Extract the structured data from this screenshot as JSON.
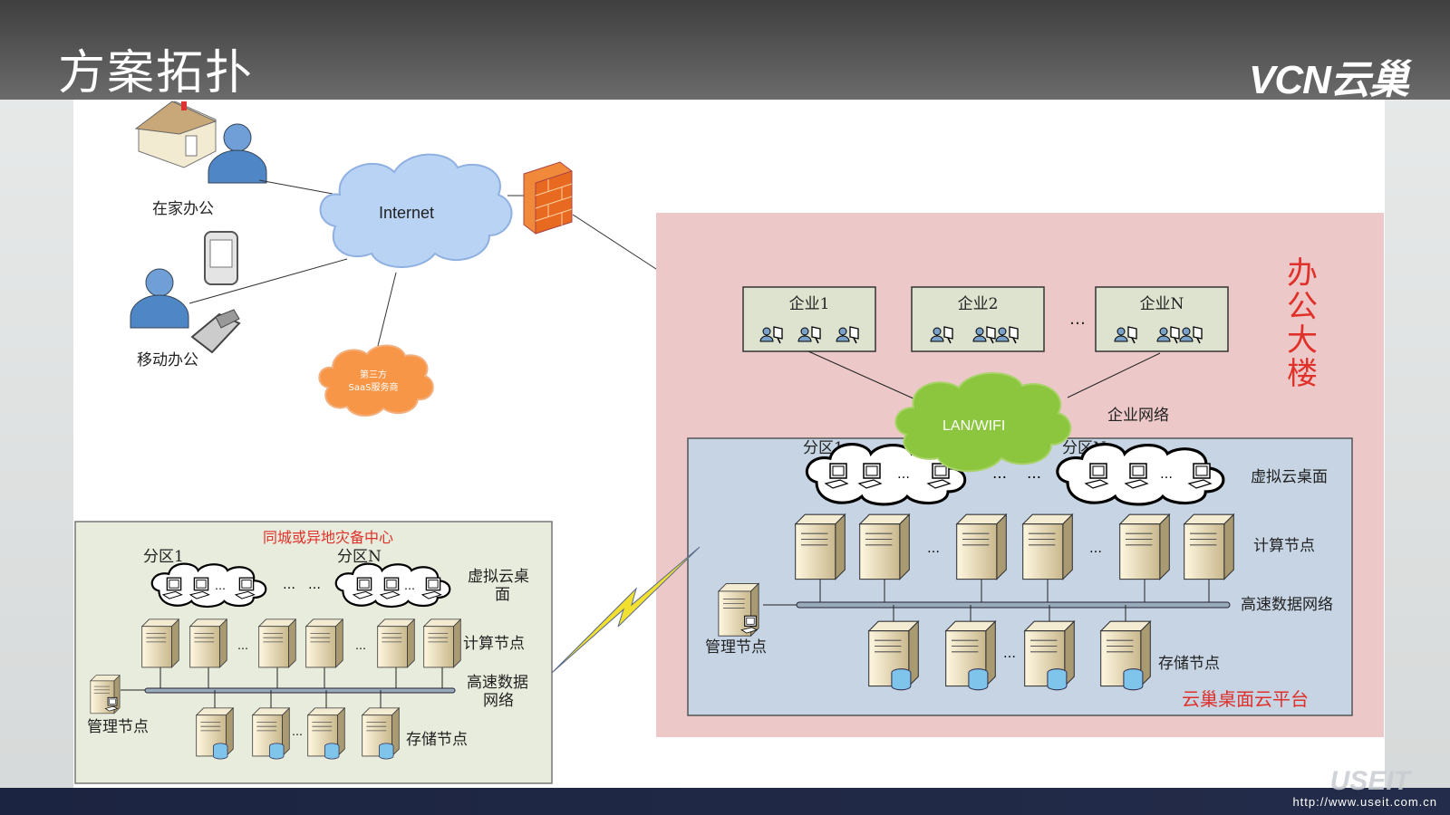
{
  "header": {
    "title": "方案拓扑",
    "logo": "VCN云巢"
  },
  "internet": {
    "cloud_label": "Internet",
    "home_office": "在家办公",
    "mobile_office": "移动办公",
    "saas_line1": "第三方",
    "saas_line2": "SaaS服务商"
  },
  "office": {
    "title_chars": [
      "办",
      "公",
      "大",
      "楼"
    ],
    "enterprises": [
      "企业1",
      "企业2",
      "企业N"
    ],
    "ellipsis": "…",
    "lan_label": "LAN/WIFI",
    "network_label": "企业网络"
  },
  "platform": {
    "zone1": "分区1",
    "zoneN": "分区N",
    "vdesk": "虚拟云桌面",
    "compute": "计算节点",
    "data_net": "高速数据网络",
    "mgmt": "管理节点",
    "storage": "存储节点",
    "name": "云巢桌面云平台",
    "dots": "…"
  },
  "dr": {
    "title": "同城或异地灾备中心",
    "zone1": "分区1",
    "zoneN": "分区N",
    "vdesk_line1": "虚拟云桌",
    "vdesk_line2": "面",
    "compute": "计算节点",
    "data_net_line1": "高速数据",
    "data_net_line2": "网络",
    "mgmt": "管理节点",
    "storage": "存储节点",
    "dots": "…"
  },
  "footer": {
    "url": "http://www.useit.com.cn",
    "watermark": "USEIT"
  },
  "colors": {
    "header": "#555555",
    "office_bg": "#ecc8c8",
    "platform_bg": "#c6d4e4",
    "dr_bg": "#e8ecdc",
    "internet_cloud": "#b9d3f5",
    "lan_cloud": "#8cc63f",
    "saas_cloud": "#f79646",
    "accent_red": "#e0302a",
    "footer": "#1c2540"
  }
}
